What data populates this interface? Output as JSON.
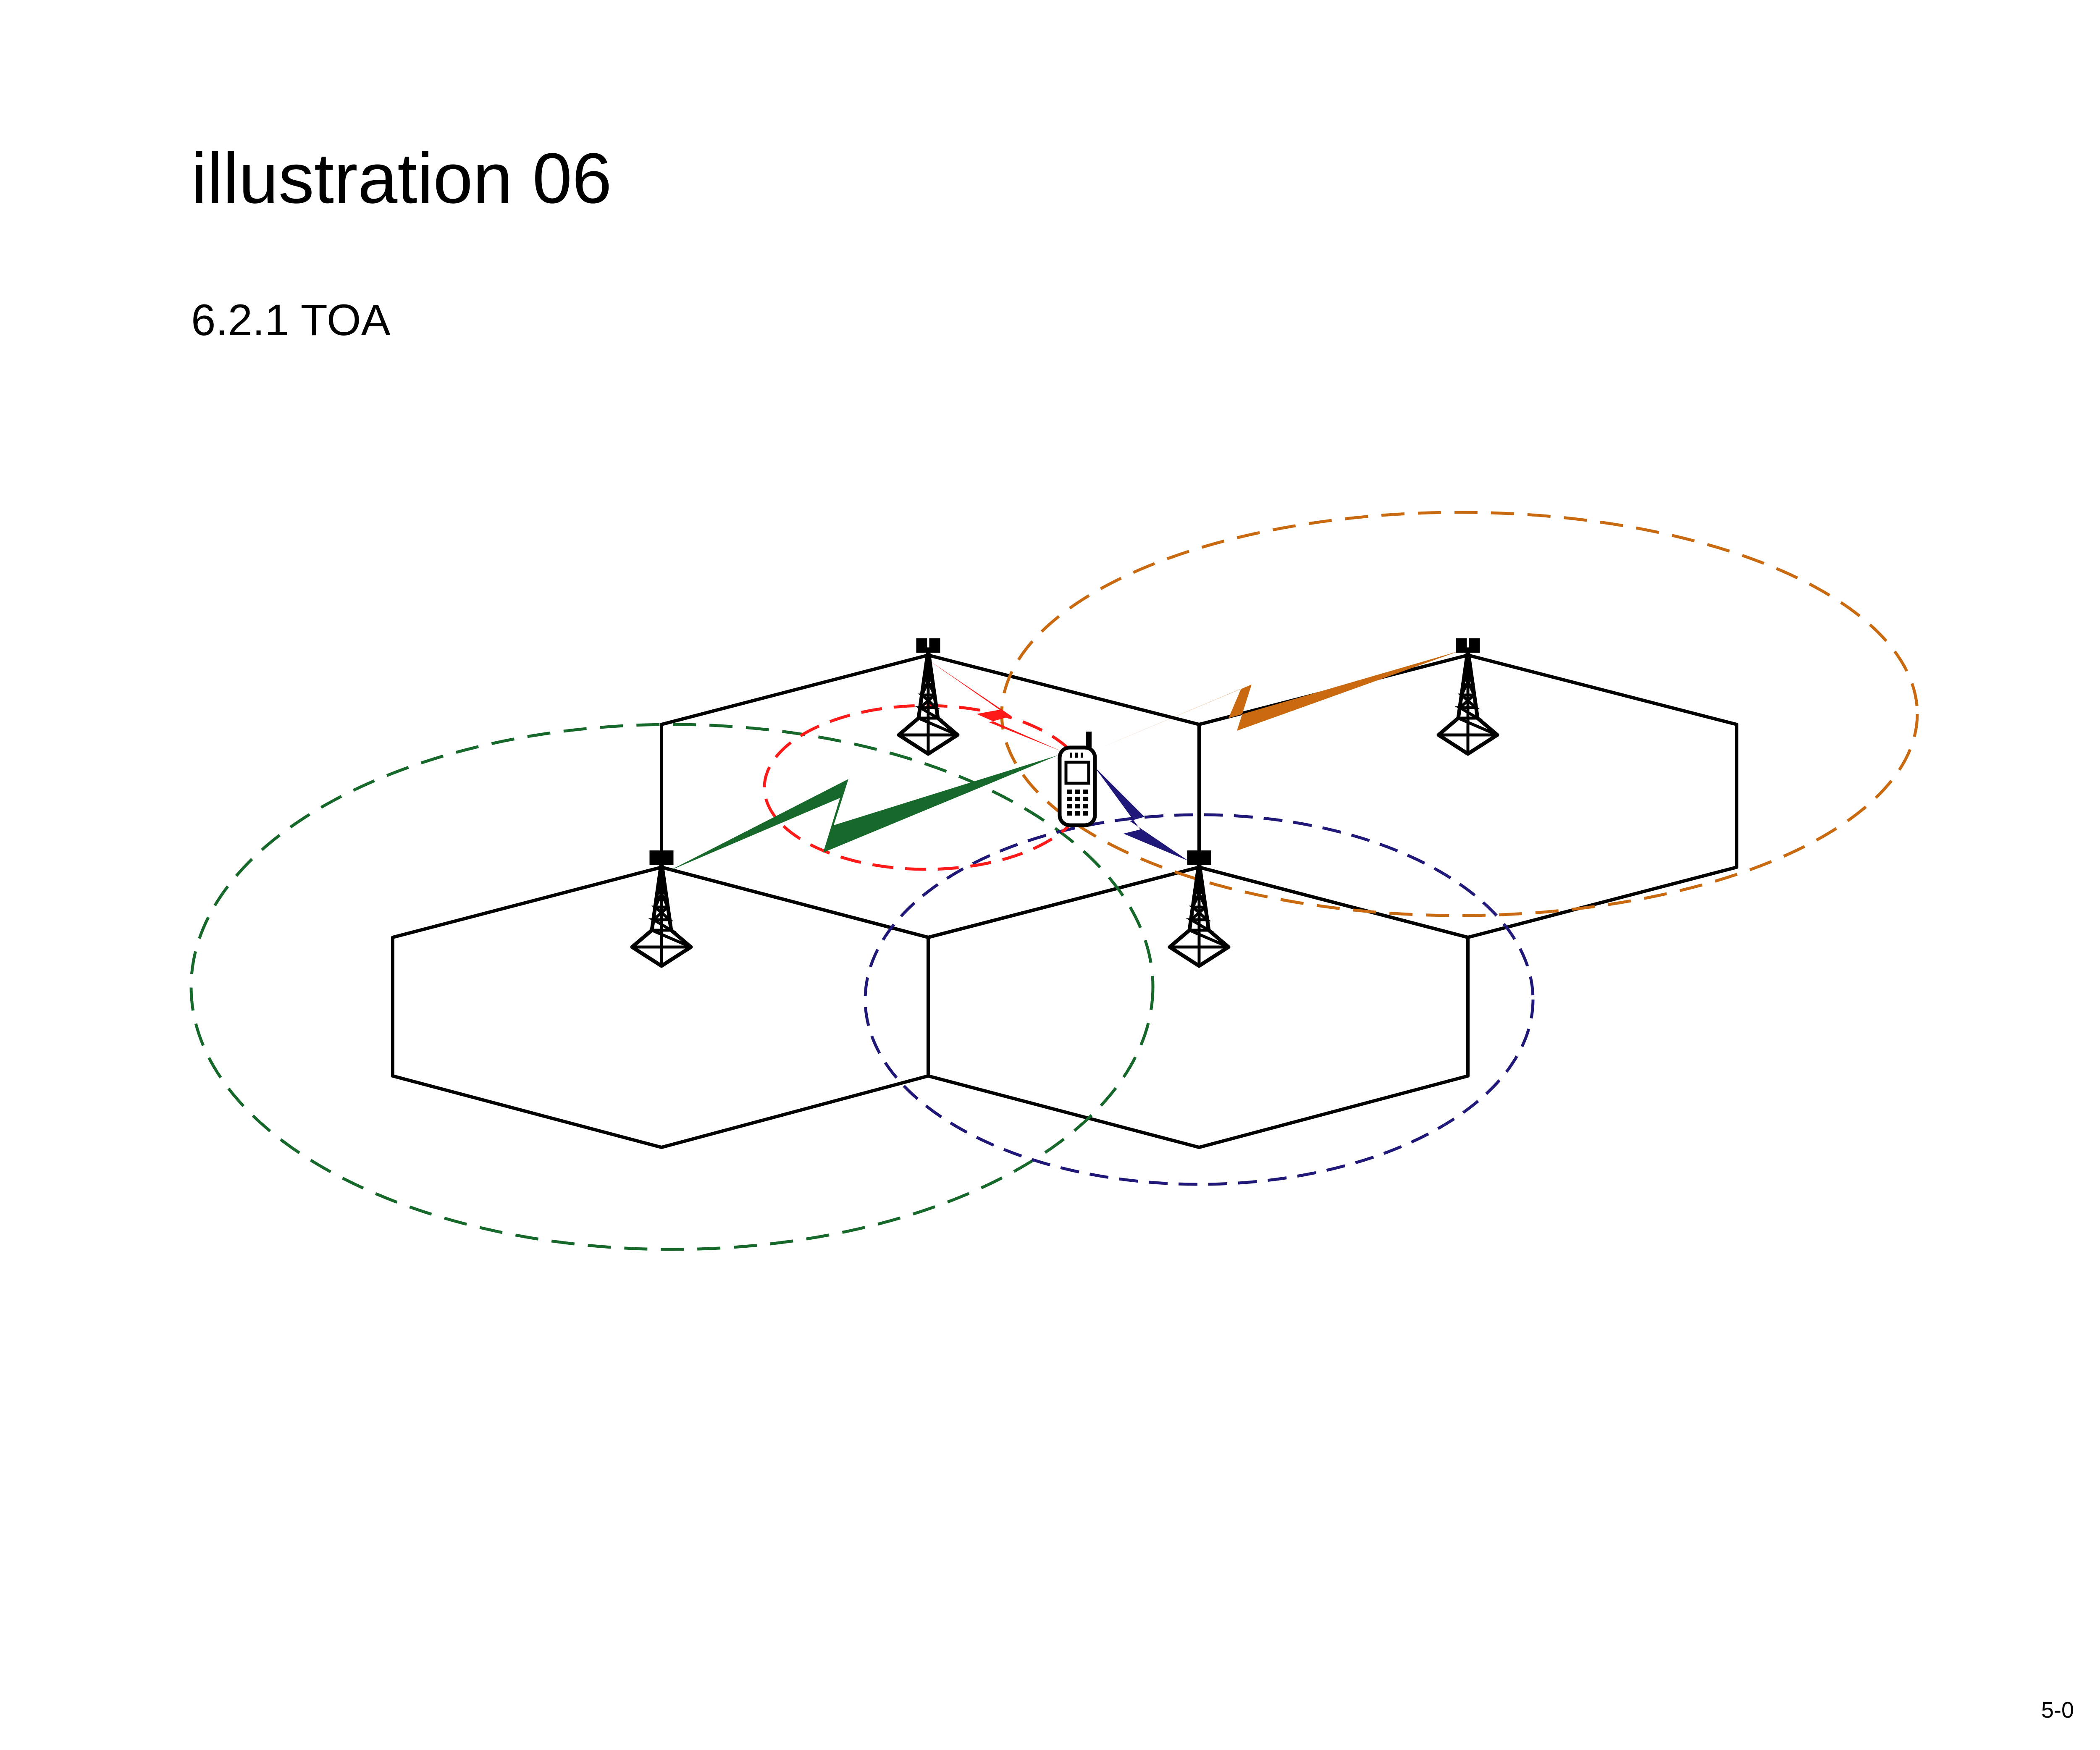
{
  "page": {
    "title": "illustration 06",
    "subtitle": "6.2.1 TOA",
    "page_number": "5-0"
  },
  "colors": {
    "red": "#ff1a1a",
    "orange": "#c96a10",
    "green": "#16692a",
    "navy": "#1f1878",
    "black": "#000000"
  },
  "icons": [
    "cell-tower-icon",
    "mobile-phone-icon",
    "lightning-signal-icon"
  ]
}
